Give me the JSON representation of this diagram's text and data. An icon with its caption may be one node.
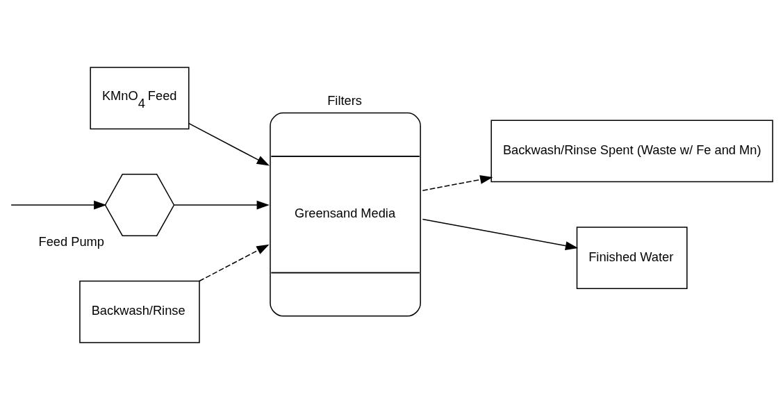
{
  "diagram": {
    "nodes": [
      {
        "text": [
          "KMnO$_{4}$ Feed"
        ]
      },
      {
        "text": [
          "Feed Pump"
        ]
      },
      {
        "text": [
          "Filters",
          "Greensand Media"
        ]
      },
      {
        "text": [
          "Backwash/Rinse Spent (Waste w/ Fe and Mn)"
        ]
      },
      {
        "text": [
          "Finished Water"
        ]
      },
      {
        "text": [
          "Backwash/Rinse"
        ]
      }
    ],
    "edges": [
      {
        "from": null,
        "to": 1,
        "arrow": "to"
      },
      {
        "from": 1,
        "to": 2,
        "arrow": "to"
      },
      {
        "from": 0,
        "to": 2,
        "arrow": "to"
      },
      {
        "from": 2,
        "to": 3,
        "arrow": "to",
        "style": "dashed"
      },
      {
        "from": 2,
        "to": 4,
        "arrow": "to"
      },
      {
        "from": 5,
        "to": 2,
        "arrow": "to",
        "style": "dashed"
      }
    ]
  }
}
